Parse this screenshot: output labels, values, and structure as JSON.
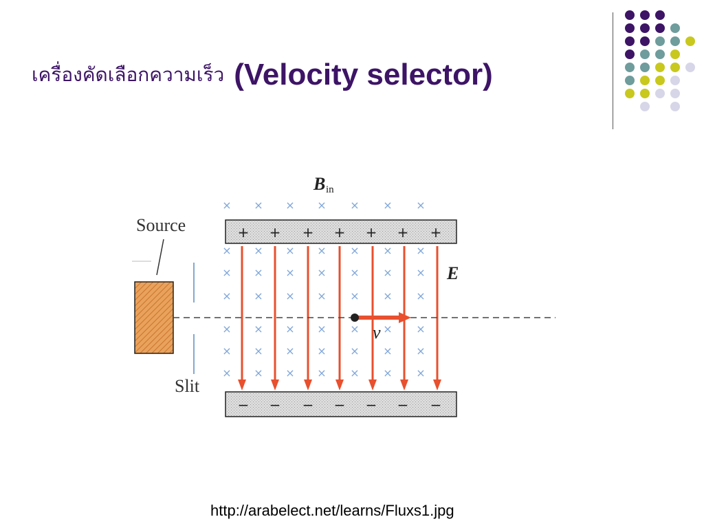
{
  "slide": {
    "title_thai": "เครื่องคัดเลือกความเร็ว",
    "title_en": "(Velocity selector)",
    "source_url": "http://arabelect.net/learns/Fluxs1.jpg"
  },
  "diagram": {
    "b_label": "B",
    "b_subscript": "in",
    "source_label": "Source",
    "slit_label": "Slit",
    "e_label": "E",
    "v_label": "v",
    "plus_sign": "+",
    "minus_sign": "−",
    "cross_sign": "×"
  },
  "colors": {
    "title": "#3d1466",
    "arrow": "#e8502e",
    "cross": "#7fa6d9",
    "source_box": "#e9a25b",
    "dot_purple": "#3d1466",
    "dot_teal": "#6f9c9c",
    "dot_yellow": "#c8c81e",
    "dot_lavender": "#d6d6e8"
  },
  "decor_dots": [
    [
      "purple",
      "purple",
      "purple",
      null
    ],
    [
      "purple",
      "purple",
      "purple",
      "teal"
    ],
    [
      "purple",
      "purple",
      "teal",
      "teal",
      "yellow"
    ],
    [
      "purple",
      "teal",
      "teal",
      "yellow",
      null
    ],
    [
      "teal",
      "teal",
      "yellow",
      "yellow",
      "lavender"
    ],
    [
      "teal",
      "yellow",
      "yellow",
      "lavender",
      null
    ],
    [
      "yellow",
      "yellow",
      "lavender",
      "lavender",
      null
    ],
    [
      null,
      "lavender",
      null,
      "lavender",
      null
    ]
  ]
}
